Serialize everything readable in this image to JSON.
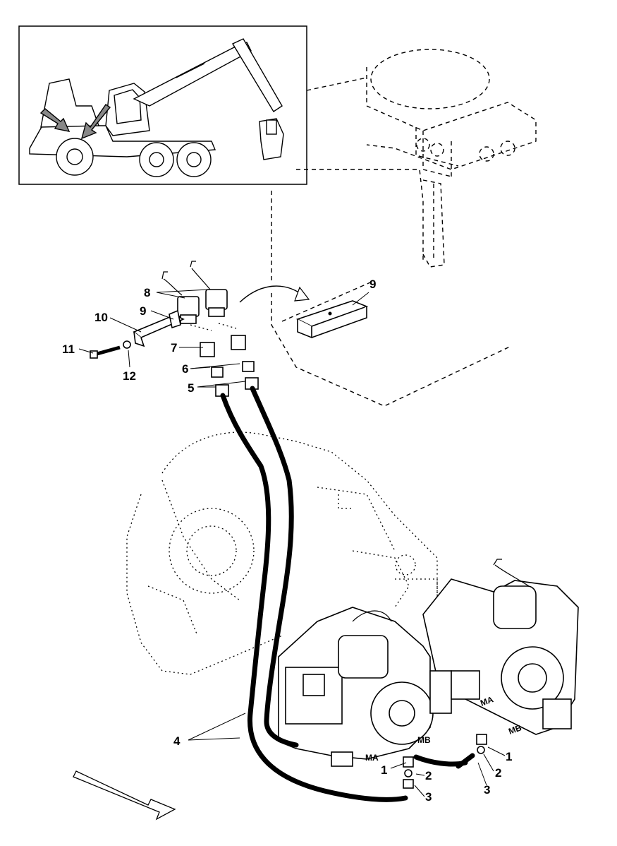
{
  "inset": {
    "description_icon": "harvester-machine-icon"
  },
  "callouts": {
    "c1a": "1",
    "c1b": "1",
    "c2a": "2",
    "c2b": "2",
    "c3a": "3",
    "c3b": "3",
    "c4": "4",
    "c5": "5",
    "c6": "6",
    "c7": "7",
    "c8": "8",
    "c9a": "9",
    "c9b": "9",
    "c10": "10",
    "c11": "11",
    "c12": "12"
  },
  "port_labels": {
    "ma_left": "MA",
    "mb_left": "MB",
    "ma_right": "MA",
    "mb_right": "MB"
  }
}
